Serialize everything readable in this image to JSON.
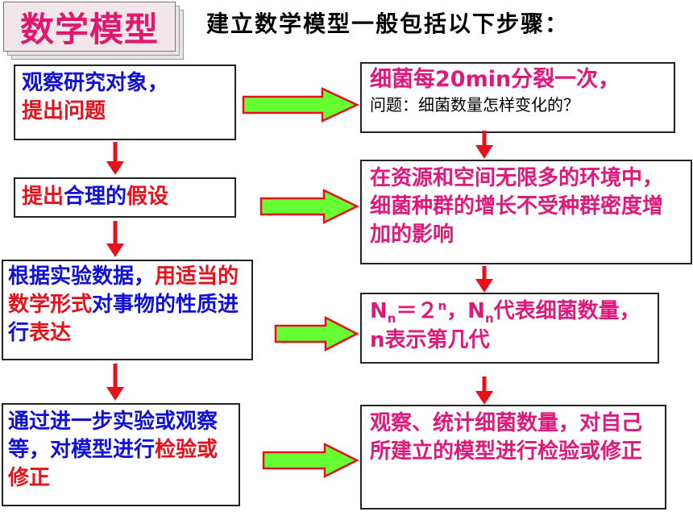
{
  "title_badge": "数学模型",
  "heading": "建立数学模型一般包括以下步骤：",
  "left_steps": [
    {
      "parts": [
        {
          "text": "观察研究对象，",
          "color": "blue"
        },
        {
          "text": "提出问题",
          "color": "red"
        }
      ]
    },
    {
      "parts": [
        {
          "text": "提出",
          "color": "red"
        },
        {
          "text": "合理的",
          "color": "blue"
        },
        {
          "text": "假设",
          "color": "red"
        }
      ]
    },
    {
      "parts": [
        {
          "text": "根据实验数据，",
          "color": "blue"
        },
        {
          "text": "用适当的数学形式",
          "color": "red"
        },
        {
          "text": "对事物的性质进行",
          "color": "blue"
        },
        {
          "text": "表达",
          "color": "red"
        }
      ]
    },
    {
      "parts": [
        {
          "text": "通过进一步实验或观察等，对模型进行",
          "color": "blue"
        },
        {
          "text": "检验或修正",
          "color": "red"
        }
      ]
    }
  ],
  "right_steps": {
    "step1_main": "细菌每20min分裂一次，",
    "step1_sub": "问题：细菌数量怎样变化的？",
    "step2": "在资源和空间无限多的环境中，细菌种群的增长不受种群密度增加的影响",
    "step3_n": "N",
    "step3_sub_n": "n",
    "step3_eq": "＝２",
    "step3_sup_n": "n",
    "step3_comma": "，",
    "step3_n2": "N",
    "step3_sub_n2": "n",
    "step3_tail": "代表细菌数量，n表示第几代",
    "step4": "观察、统计细菌数量，对自己所建立的模型进行检验或修正"
  },
  "colors": {
    "badge_text": "#e0186e",
    "blue": "#1010d8",
    "red": "#e8101a",
    "magenta": "#e0187a",
    "arrow_fill": "#66ff33",
    "arrow_stroke": "#e8101a"
  }
}
